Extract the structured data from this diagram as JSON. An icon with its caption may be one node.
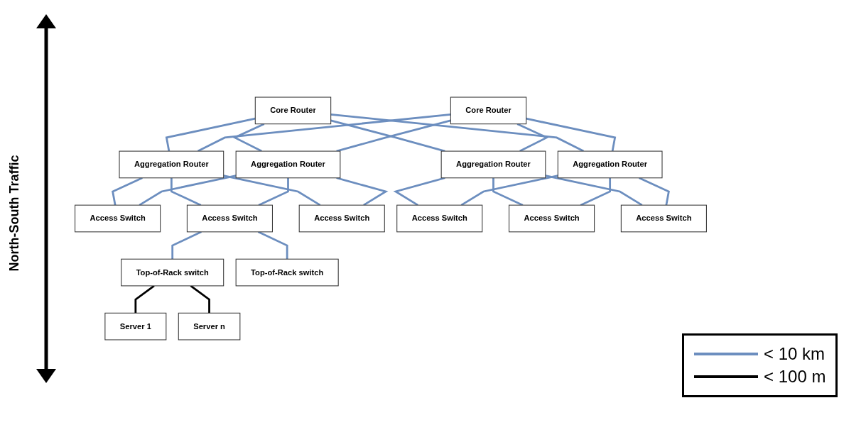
{
  "diagram": {
    "nodes": [
      {
        "text": [
          "Core Router"
        ]
      },
      {
        "text": [
          "Core Router"
        ]
      },
      {
        "text": [
          "Aggregation Router"
        ]
      },
      {
        "text": [
          "Aggregation Router"
        ]
      },
      {
        "text": [
          "Aggregation Router"
        ]
      },
      {
        "text": [
          "Aggregation Router"
        ]
      },
      {
        "text": [
          "Access Switch"
        ]
      },
      {
        "text": [
          "Access Switch"
        ]
      },
      {
        "text": [
          "Access Switch"
        ]
      },
      {
        "text": [
          "Access Switch"
        ]
      },
      {
        "text": [
          "Access Switch"
        ]
      },
      {
        "text": [
          "Access Switch"
        ]
      },
      {
        "text": [
          "Top-of-Rack switch"
        ]
      },
      {
        "text": [
          "Top-of-Rack switch"
        ]
      },
      {
        "text": [
          "Server 1"
        ]
      },
      {
        "text": [
          "Server n"
        ]
      }
    ],
    "edges": [
      {
        "from": 0,
        "to": 2,
        "arrow": "none"
      },
      {
        "from": 0,
        "to": 3,
        "arrow": "none"
      },
      {
        "from": 0,
        "to": 4,
        "arrow": "none"
      },
      {
        "from": 0,
        "to": 5,
        "arrow": "none"
      },
      {
        "from": 1,
        "to": 2,
        "arrow": "none"
      },
      {
        "from": 1,
        "to": 3,
        "arrow": "none"
      },
      {
        "from": 1,
        "to": 4,
        "arrow": "none"
      },
      {
        "from": 1,
        "to": 5,
        "arrow": "none"
      },
      {
        "from": 2,
        "to": 6,
        "arrow": "none"
      },
      {
        "from": 2,
        "to": 7,
        "arrow": "none"
      },
      {
        "from": 2,
        "to": 8,
        "arrow": "none"
      },
      {
        "from": 3,
        "to": 6,
        "arrow": "none"
      },
      {
        "from": 3,
        "to": 7,
        "arrow": "none"
      },
      {
        "from": 3,
        "to": 8,
        "arrow": "none"
      },
      {
        "from": 4,
        "to": 9,
        "arrow": "none"
      },
      {
        "from": 4,
        "to": 10,
        "arrow": "none"
      },
      {
        "from": 4,
        "to": 11,
        "arrow": "none"
      },
      {
        "from": 5,
        "to": 9,
        "arrow": "none"
      },
      {
        "from": 5,
        "to": 10,
        "arrow": "none"
      },
      {
        "from": 5,
        "to": 11,
        "arrow": "none"
      },
      {
        "from": 7,
        "to": 12,
        "arrow": "none"
      },
      {
        "from": 7,
        "to": 13,
        "arrow": "none"
      },
      {
        "from": 12,
        "to": 14,
        "arrow": "none",
        "color": "#000000"
      },
      {
        "from": 12,
        "to": 15,
        "arrow": "none",
        "color": "#000000"
      }
    ],
    "labels": [
      "North-South Traffic"
    ],
    "legend": [
      {
        "text": "< 10 km"
      },
      {
        "text": "< 100 m"
      }
    ]
  }
}
